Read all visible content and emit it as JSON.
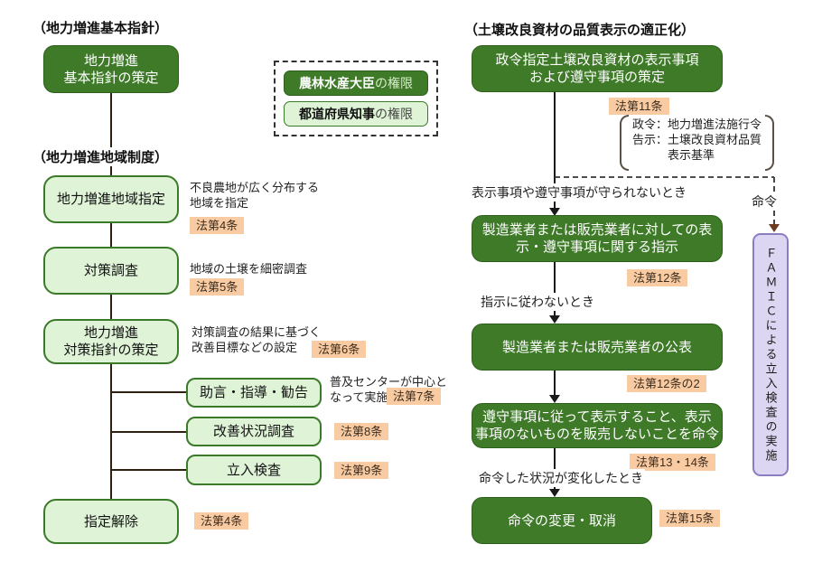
{
  "colors": {
    "dark_green": "#3E7A28",
    "dark_green_border": "#2B611A",
    "light_green": "#DFF3D7",
    "light_green_border": "#3A7A28",
    "law_chip_bg": "#F8CBA3",
    "purple_fill": "#DDD6F3",
    "purple_border": "#8E7CC3"
  },
  "left": {
    "header1": "（地力増進基本指針）",
    "box_basic": "地力増進\n基本指針の策定",
    "header2": "（地力増進地域制度）",
    "flow": [
      {
        "label": "地力増進地域指定",
        "note": "不良農地が広く分布する\n地域を指定",
        "law": "法第4条"
      },
      {
        "label": "対策調査",
        "note": "地域の土壌を細密調査",
        "law": "法第5条"
      },
      {
        "label": "地力増進\n対策指針の策定",
        "note": "対策調査の結果に基づく\n改善目標などの設定",
        "law": "法第6条"
      }
    ],
    "branches": [
      {
        "label": "助言・指導・勧告",
        "note": "普及センターが中心と\nなって実施",
        "law": "法第7条"
      },
      {
        "label": "改善状況調査",
        "law": "法第8条"
      },
      {
        "label": "立入検査",
        "law": "法第9条"
      }
    ],
    "release": {
      "label": "指定解除",
      "law": "法第4条"
    }
  },
  "legend": {
    "minister": {
      "name": "農林水産大臣",
      "suffix": "の権限"
    },
    "governor": {
      "name": "都道府県知事",
      "suffix": "の権限"
    }
  },
  "right": {
    "header": "（土壌改良資材の品質表示の適正化）",
    "box1": "政令指定土壌改良資材の表示事項\nおよび遵守事項の策定",
    "law1": "法第11条",
    "note1": "政令：地力増進法施行令\n告示：土壌改良資材品質\n　　　表示基準",
    "cond1": "表示事項や遵守事項が守られないとき",
    "box2": "製造業者または販売業者に対しての表\n示・遵守事項に関する指示",
    "law2": "法第12条",
    "cond2": "指示に従わないとき",
    "box3": "製造業者または販売業者の公表",
    "law3": "法第12条の2",
    "box4": "遵守事項に従って表示すること、表示\n事項のないものを販売しないことを命令",
    "law4": "法第13・14条",
    "cond3": "命令した状況が変化したとき",
    "box5": "命令の変更・取消",
    "law5": "法第15条"
  },
  "famic": {
    "order": "命令",
    "text": "ＦＡＭＩＣによる立入検査の実施"
  }
}
